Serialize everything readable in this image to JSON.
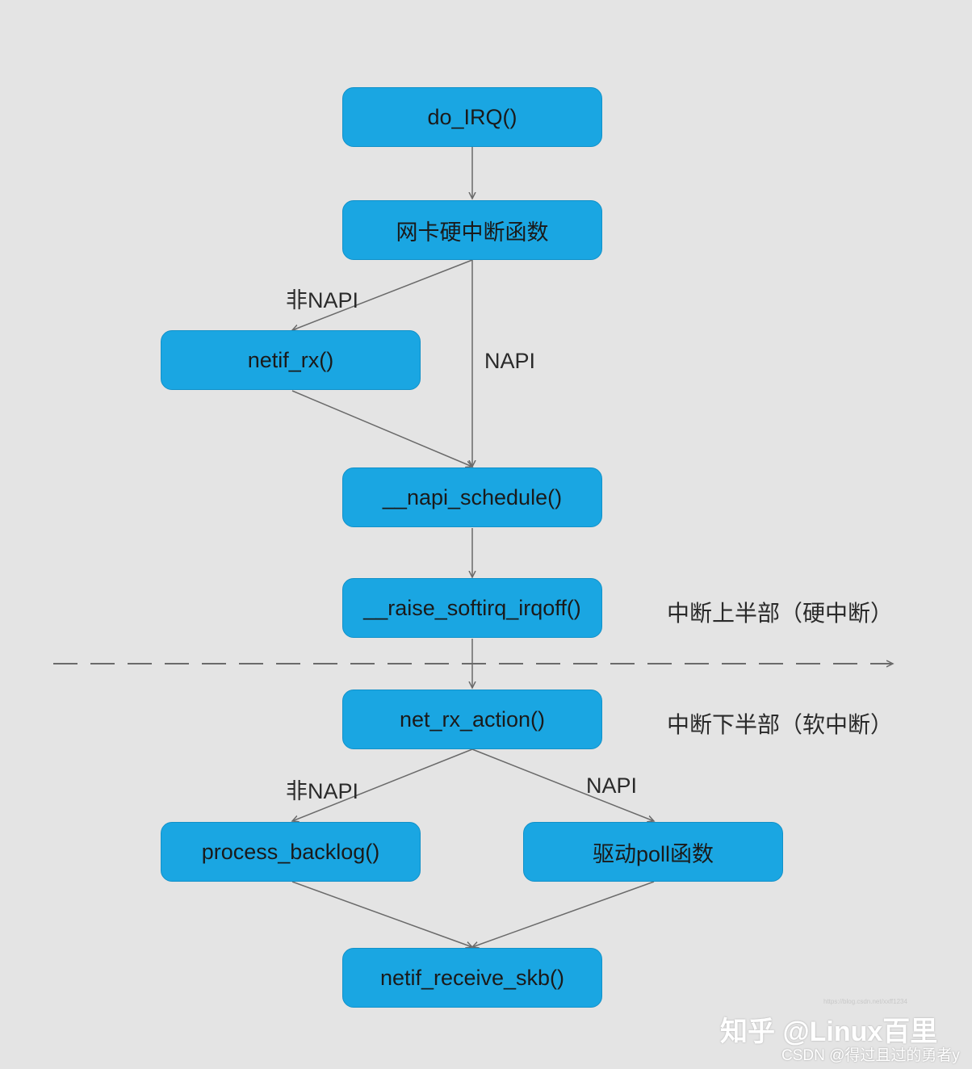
{
  "nodes": {
    "do_irq": "do_IRQ()",
    "nic_hard_irq": "网卡硬中断函数",
    "netif_rx": "netif_rx()",
    "napi_schedule": "__napi_schedule()",
    "raise_softirq": "__raise_softirq_irqoff()",
    "net_rx_action": "net_rx_action()",
    "process_backlog": "process_backlog()",
    "driver_poll": "驱动poll函数",
    "netif_receive_skb": "netif_receive_skb()"
  },
  "edge_labels": {
    "non_napi_top": "非NAPI",
    "napi_top": "NAPI",
    "non_napi_bottom": "非NAPI",
    "napi_bottom": "NAPI"
  },
  "sections": {
    "top_half": "中断上半部（硬中断）",
    "bottom_half": "中断下半部（软中断）"
  },
  "watermark": {
    "main": "知乎 @Linux百里",
    "sub": "CSDN @得过且过的勇者y",
    "faint": "https://blog.csdn.net/xxff1234"
  },
  "colors": {
    "node_fill": "#1aa6e2",
    "edge": "#6a6a6a",
    "background": "#e4e4e4"
  }
}
